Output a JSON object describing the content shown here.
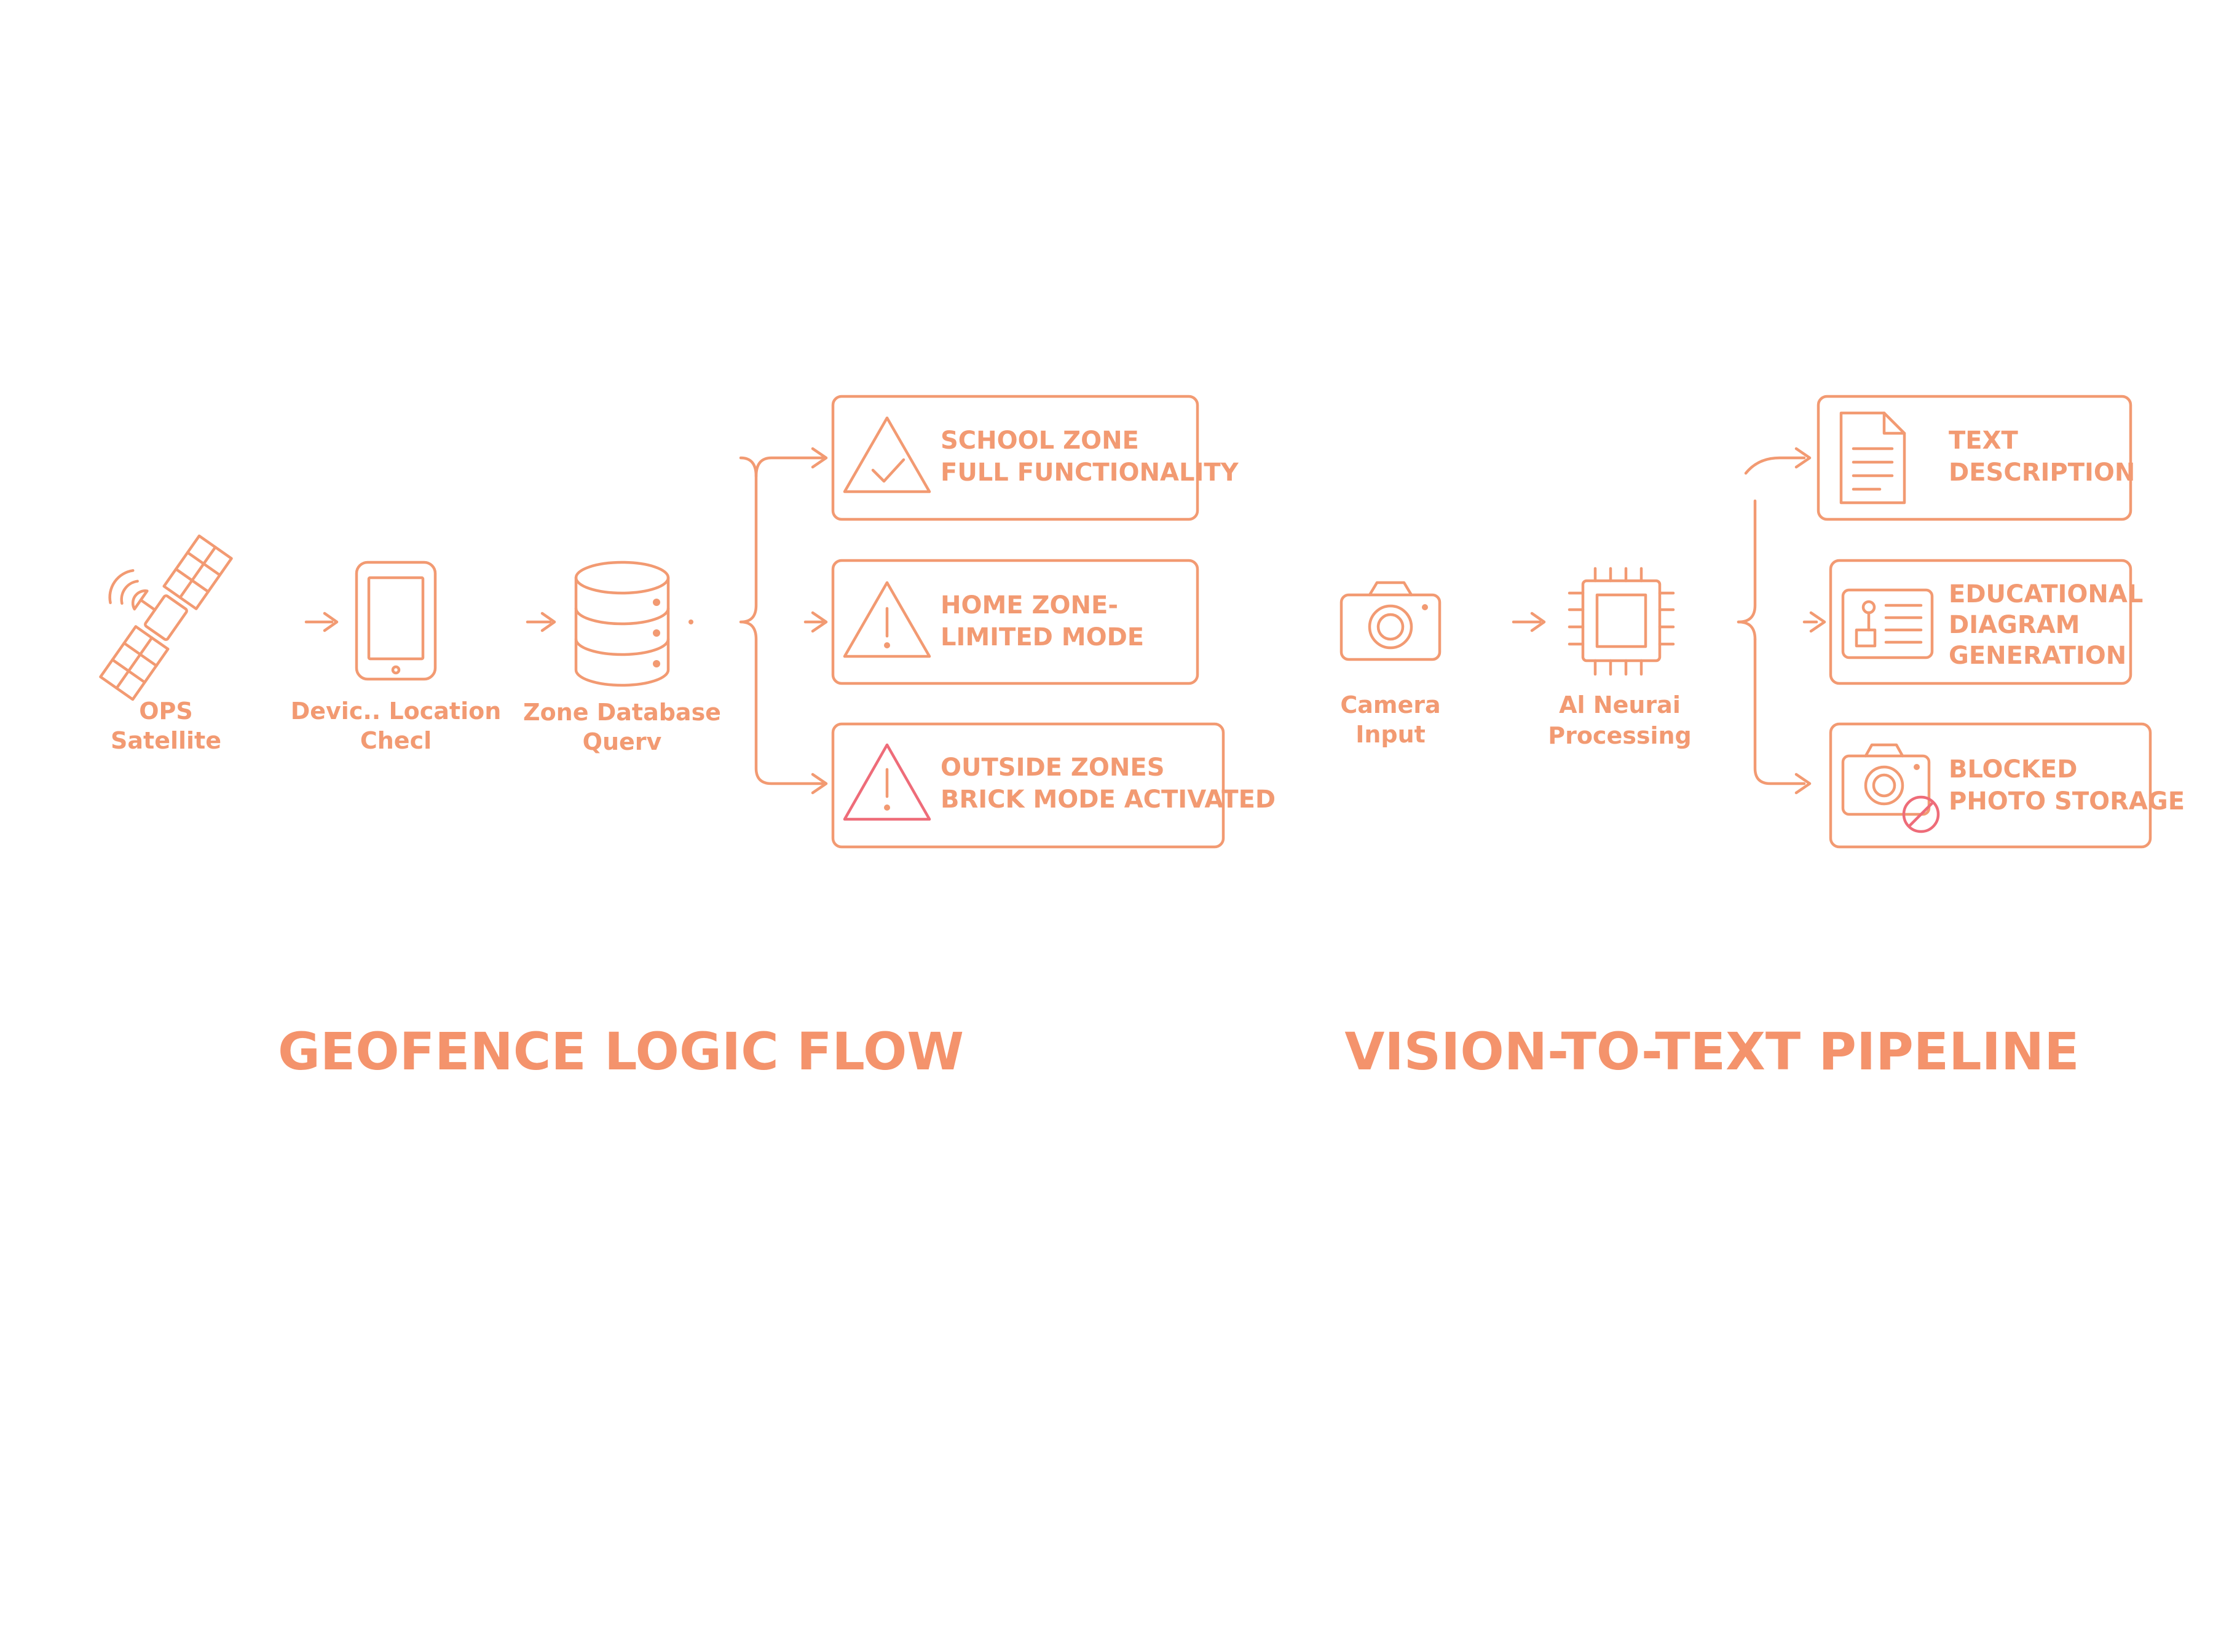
{
  "colors": {
    "stroke": "#f29a72",
    "alert": "#ee6c79",
    "background": "#ffffff"
  },
  "geofence": {
    "title": "GEOFENCE LOGIC FLOW",
    "nodes": [
      {
        "icon": "satellite-icon",
        "line1": "OPS",
        "line2": "Satellite"
      },
      {
        "icon": "tablet-icon",
        "line1": "Devic.. Location",
        "line2": "Checl"
      },
      {
        "icon": "database-icon",
        "line1": "Zone Database",
        "line2": "Querv"
      }
    ],
    "outcomes": [
      {
        "icon": "warning-check-icon",
        "line1": "SCHOOL ZONE",
        "line2": "FULL FUNCTIONALITY"
      },
      {
        "icon": "warning-exclamation-icon",
        "line1": "HOME ZONE-",
        "line2": "LIMITED MODE"
      },
      {
        "icon": "alert-triangle-icon",
        "line1": "OUTSIDE ZONES",
        "line2": "BRICK MODE ACTIVATED"
      }
    ]
  },
  "vision": {
    "title": "VISION-TO-TEXT PIPELINE",
    "nodes": [
      {
        "icon": "camera-icon",
        "line1": "Camera",
        "line2": "Input"
      },
      {
        "icon": "chip-icon",
        "line1": "Al Neurai",
        "line2": "Processing"
      }
    ],
    "outcomes": [
      {
        "icon": "document-icon",
        "line1": "TEXT",
        "line2": "DESCRIPTION"
      },
      {
        "icon": "diagram-card-icon",
        "line1": "EDUCATIONAL",
        "line2": "DIAGRAM",
        "line3": "GENERATION"
      },
      {
        "icon": "camera-blocked-icon",
        "line1": "BLOCKED",
        "line2": "PHOTO STORAGE"
      }
    ]
  }
}
